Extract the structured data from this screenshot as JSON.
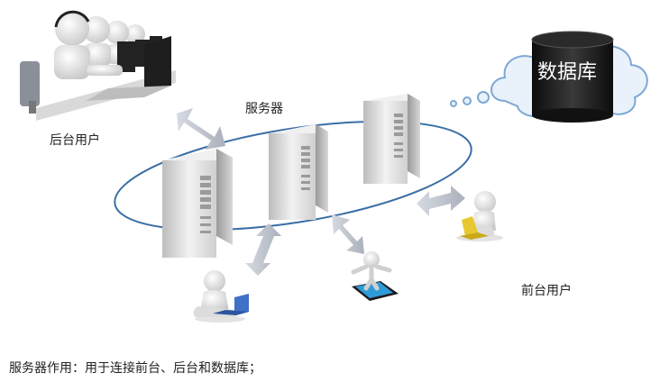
{
  "labels": {
    "backend_users": "后台用户",
    "server": "服务器",
    "frontend_users": "前台用户",
    "database": "数据库",
    "caption": "服务器作用：用于连接前台、后台和数据库；"
  },
  "colors": {
    "ring": "#3a6ea5",
    "arrow": "#c8ccd6",
    "cloud": "#e9f1fb",
    "cloud_stroke": "#7ea8d4",
    "cylinder": "#1a1a1a",
    "server_body": "#e6e6e6",
    "server_front": "#cfcfcf",
    "person": "#eeeeee",
    "laptop_blue": "#4070c8",
    "laptop_yellow": "#e8c830"
  }
}
